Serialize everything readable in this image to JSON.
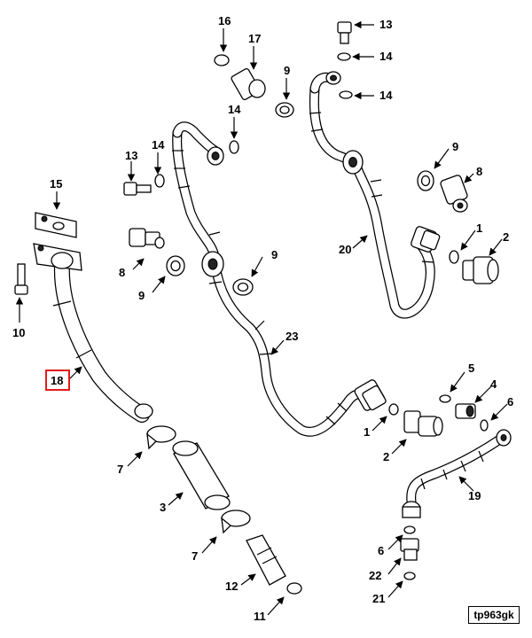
{
  "figure_ref": "tp963gk",
  "highlight_color": "#e21b1b",
  "highlighted_callout": "18",
  "callouts": {
    "c16": "16",
    "c17": "17",
    "c13a": "13",
    "c14a": "14",
    "c14b": "14",
    "c9a": "9",
    "c14c": "14",
    "c14d": "14",
    "c13b": "13",
    "c15": "15",
    "c9b": "9",
    "c8a": "8",
    "c8b": "8",
    "c9c": "9",
    "c9d": "9",
    "c20": "20",
    "c1a": "1",
    "c2a": "2",
    "c10": "10",
    "c23": "23",
    "c18": "18",
    "c5": "5",
    "c4": "4",
    "c6a": "6",
    "c1b": "1",
    "c2b": "2",
    "c7a": "7",
    "c19": "19",
    "c3": "3",
    "c7b": "7",
    "c6b": "6",
    "c22": "22",
    "c12": "12",
    "c21": "21",
    "c11": "11"
  }
}
